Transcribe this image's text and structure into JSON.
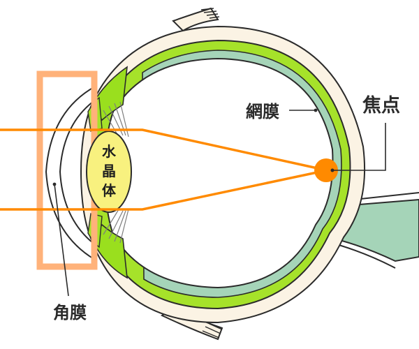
{
  "labels": {
    "lens": [
      "水",
      "晶",
      "体"
    ],
    "retina": "網膜",
    "focus": "焦点",
    "cornea": "角膜"
  },
  "colors": {
    "sclera_fill": "#fbf3e4",
    "outline": "#2b2b2b",
    "choroid": "#a6e22a",
    "retina_band": "#a5d4b8",
    "optic_nerve": "#a5d4b8",
    "lens_fill": "#f8f17f",
    "ray": "#ff8a00",
    "cornea_box": "#ffb27a",
    "ciliary": "#9adf1e"
  }
}
